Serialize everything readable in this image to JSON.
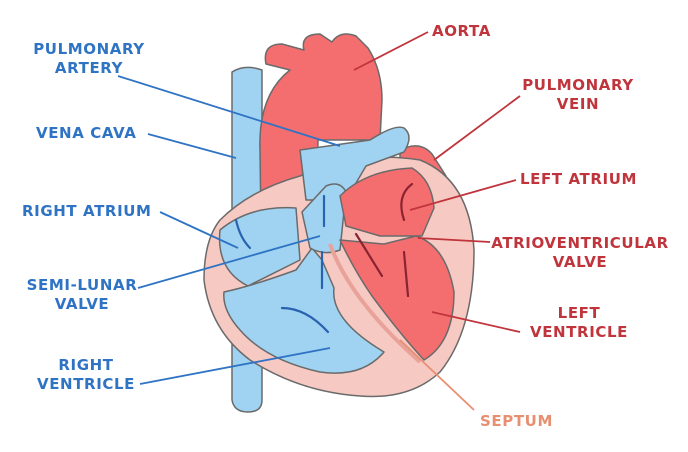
{
  "labels": {
    "pulmonary_artery": [
      "PULMONARY",
      "ARTERY"
    ],
    "vena_cava": "VENA CAVA",
    "right_atrium": "RIGHT ATRIUM",
    "semi_lunar_valve": [
      "SEMI-LUNAR",
      "VALVE"
    ],
    "right_ventricle": [
      "RIGHT",
      "VENTRICLE"
    ],
    "aorta": "AORTA",
    "pulmonary_vein": [
      "PULMONARY",
      "VEIN"
    ],
    "left_atrium": "LEFT ATRIUM",
    "atrioventricular_valve": [
      "ATRIOVENTRICULAR",
      "VALVE"
    ],
    "left_ventricle": [
      "LEFT",
      "VENTRICLE"
    ],
    "septum": "SEPTUM"
  },
  "colors": {
    "deoxygenated_blue": "#9fd3f1",
    "oxygenated_red": "#f46e70",
    "heart_wall_pink": "#f7c9c3",
    "blue_label": "#2f73c4",
    "red_label": "#c0343c",
    "septum_label": "#e79071"
  }
}
